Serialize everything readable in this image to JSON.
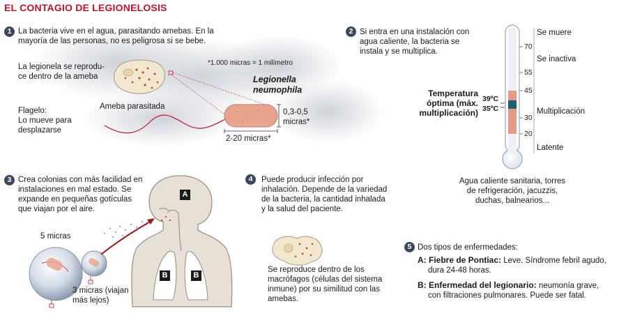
{
  "title": "EL CONTAGIO DE LEGIONELOSIS",
  "step1": {
    "num": "1",
    "lines": [
      "La bacteria vive en el agua, parasitando amebas. En la",
      "mayoría de las personas, no es peligrosa si se bebe."
    ],
    "label_reproduce": [
      "La legionela se reprodu-",
      "ce dentro de la ameba"
    ],
    "label_ameba": "Ameba parasitada",
    "label_flagelo": [
      "Flagelo:",
      "Lo mueve para",
      "desplazarse"
    ],
    "scale_note": "*1.000 micras = 1 milímetro",
    "species": [
      "Legionella",
      "neumophila"
    ],
    "size_height": [
      "0,3-0,5",
      "micras*"
    ],
    "size_length": "2-20 micras*"
  },
  "step2": {
    "num": "2",
    "lines": [
      "Si entra en una instalación con",
      "agua caliente, la bacteria se",
      "instala y se multiplica."
    ],
    "optimal": [
      "Temperatura",
      "óptima (máx.",
      "multiplicación)"
    ],
    "temp_high": "39ºC",
    "temp_low": "35ºC",
    "ticks": [
      "70",
      "55",
      "45",
      "30",
      "20"
    ],
    "zones": {
      "dies": "Se muere",
      "inactive": "Se inactiva",
      "multiplication": "Multiplicación",
      "latent": "Latente"
    },
    "sources": [
      "Agua caliente sanitaria, torres",
      "de refrigeración, jacuzzis,",
      "duchas, balnearios..."
    ]
  },
  "step3": {
    "num": "3",
    "lines": [
      "Crea colonias con más facilidad en",
      "instalaciones en mal estado. Se",
      "expande en pequeñas gotículas",
      "que viajan por el aire."
    ],
    "droplet_big": "5 micras",
    "droplet_small": [
      "3 micras (viajan",
      "más lejos)"
    ],
    "label_a": "A",
    "label_b": "B"
  },
  "step4": {
    "num": "4",
    "lines": [
      "Puede producir infección por",
      "inhalación. Depende de la variedad",
      "de la bacteria, la cantidad inhalada",
      "y la salud del paciente."
    ],
    "macrophage": [
      "Se reproduce dentro de los",
      "macrófagos (células del sistema",
      "inmune) por su similitud con las",
      "amebas."
    ]
  },
  "step5": {
    "num": "5",
    "heading": "Dos tipos de enfermedades:",
    "a_label": "A: Fiebre de Pontiac:",
    "a_text": " Leve. Síndrome febril agudo,",
    "a_text2": "dura 24-48 horas.",
    "b_label": "B: Enfermedad del legionario:",
    "b_text": " neumonía grave,",
    "b_text2": "con filtraciones pulmonares. Puede ser fatal."
  },
  "colors": {
    "title": "#c8102e",
    "badge": "#3a4a5c",
    "bacteria": "#e8a48e",
    "red_line": "#a01818",
    "thermo_hot": "#e49a86",
    "thermo_optimal": "#1f5f73",
    "body": "#e6e0d6",
    "body_outline": "#9a8c7c"
  }
}
